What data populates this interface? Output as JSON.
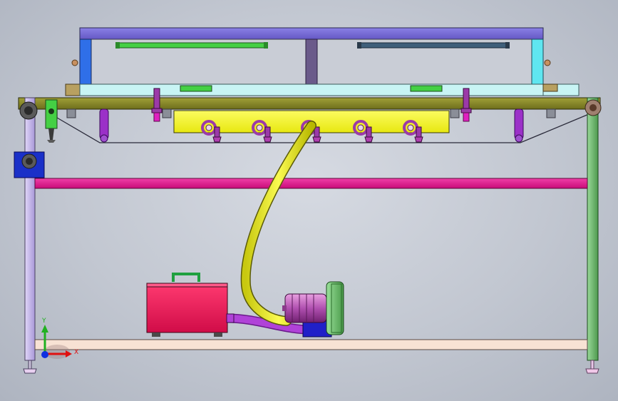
{
  "viewport": {
    "background": "#c4c9d3"
  },
  "colors": {
    "frame_blue_purple": "#7b6fd6",
    "frame_light_cyan": "#c8f4f4",
    "frame_cyan_post": "#5fe6f0",
    "frame_blue_post": "#2f6fe8",
    "center_post": "#6a5a8a",
    "green_lamp": "#44d044",
    "dark_lamp": "#3f5f7a",
    "olive_beam": "#8a8a2a",
    "khaki_block": "#b8a060",
    "yellow_box": "#f6f623",
    "nozzle": "#9b3aa8",
    "magenta_rail": "#e0148c",
    "left_post": "#c8b8ec",
    "right_post": "#72b872",
    "bottom_rail": "#f8e2d4",
    "hose_yellow": "#eaea20",
    "hose_purple": "#a832cc",
    "red_box": "#f0185c",
    "pump_body": "#c070c0",
    "pump_fan": "#70c070",
    "pump_base": "#2020c8",
    "axis_x": "#e01010",
    "axis_y": "#20b020",
    "axis_z": "#1030e0"
  },
  "nozzles": [
    "n1",
    "n2",
    "n3",
    "n4",
    "n5"
  ],
  "axis": {
    "x_label": "X",
    "y_label": "Y"
  }
}
